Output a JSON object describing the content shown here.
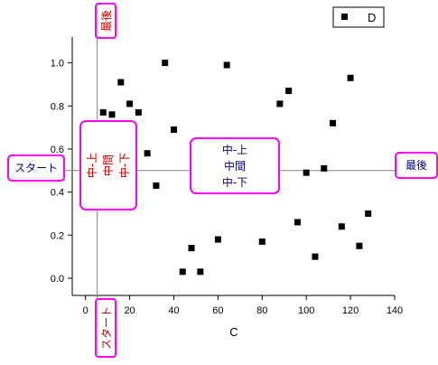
{
  "chart_data": {
    "type": "scatter",
    "xlabel": "C",
    "ylabel": "",
    "xlim": [
      -6,
      140
    ],
    "ylim": [
      -0.08,
      1.12
    ],
    "xticks": [
      0,
      20,
      40,
      60,
      80,
      100,
      120,
      140
    ],
    "yticks": [
      0.0,
      0.2,
      0.4,
      0.6,
      0.8,
      1.0
    ],
    "xtick_labels": [
      "0",
      "20",
      "40",
      "60",
      "80",
      "100",
      "120",
      "140"
    ],
    "ytick_labels": [
      "0.0",
      "0.2",
      "0.4",
      "0.6",
      "0.8",
      "1.0"
    ],
    "legend": {
      "position": "top-right",
      "entries": [
        "D"
      ]
    },
    "grid": false,
    "series": [
      {
        "name": "D",
        "marker": "square",
        "color": "#000000",
        "x": [
          8,
          12,
          16,
          20,
          24,
          28,
          32,
          36,
          40,
          44,
          48,
          52,
          60,
          64,
          80,
          88,
          92,
          96,
          100,
          104,
          108,
          112,
          116,
          120,
          124,
          128
        ],
        "y": [
          0.77,
          0.76,
          0.91,
          0.81,
          0.77,
          0.58,
          0.43,
          1.0,
          0.69,
          0.03,
          0.14,
          0.03,
          0.18,
          0.99,
          0.17,
          0.81,
          0.87,
          0.26,
          0.49,
          0.1,
          0.51,
          0.72,
          0.24,
          0.93,
          0.15,
          0.3
        ]
      }
    ],
    "reference_lines": {
      "vertical_x": 0,
      "horizontal_y": 0.5
    },
    "annotations": {
      "top": "最後",
      "bottom": "スタート",
      "left": "スタート",
      "right": "最後",
      "center_vertical_line": [
        "中-上",
        "中間",
        "中-下"
      ],
      "center_horizontal_line": [
        "中-上",
        "中間",
        "中-下"
      ]
    },
    "colors": {
      "annotation_border": "#ff00ff",
      "text_red": "#c00000",
      "text_blue": "#00008b",
      "reference_line": "#808080"
    }
  }
}
